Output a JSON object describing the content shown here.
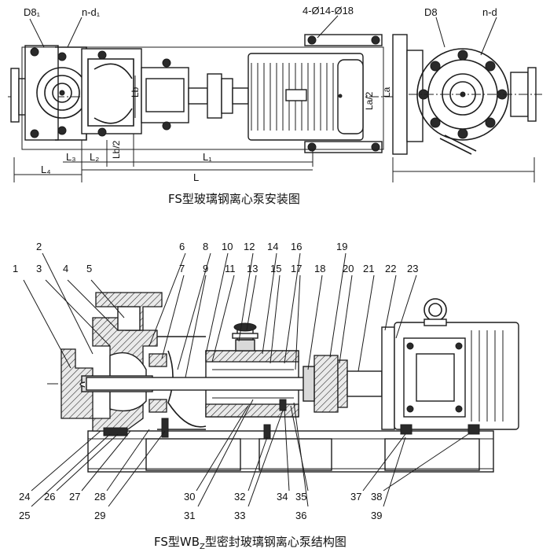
{
  "top_drawing": {
    "caption": "FS型玻璃钢离心泵安装图",
    "labels": {
      "d8_1": "D8₁",
      "nd1": "n-d₁",
      "holes": "4-Ø14-Ø18",
      "d8": "D8",
      "nd": "n-d",
      "l4": "L₄",
      "l3": "L₃",
      "l2": "L₂",
      "lb2": "Lb/2",
      "l1": "L₁",
      "l": "L",
      "la2": "La/2",
      "la": "La",
      "lb": "Lb"
    }
  },
  "bottom_drawing": {
    "caption_main": "FS型WB",
    "caption_sub": "Z",
    "caption_rest": "型密封玻璃钢离心泵结构图",
    "callouts_top": [
      "2",
      "3",
      "1",
      "4",
      "5",
      "6",
      "7",
      "8",
      "9",
      "10",
      "11",
      "12",
      "13",
      "14",
      "15",
      "16",
      "17",
      "18",
      "19",
      "20",
      "21",
      "22",
      "23"
    ],
    "callouts_bottom": [
      "24",
      "25",
      "26",
      "27",
      "28",
      "29",
      "30",
      "31",
      "32",
      "33",
      "34",
      "35",
      "36",
      "37",
      "38",
      "39"
    ]
  }
}
